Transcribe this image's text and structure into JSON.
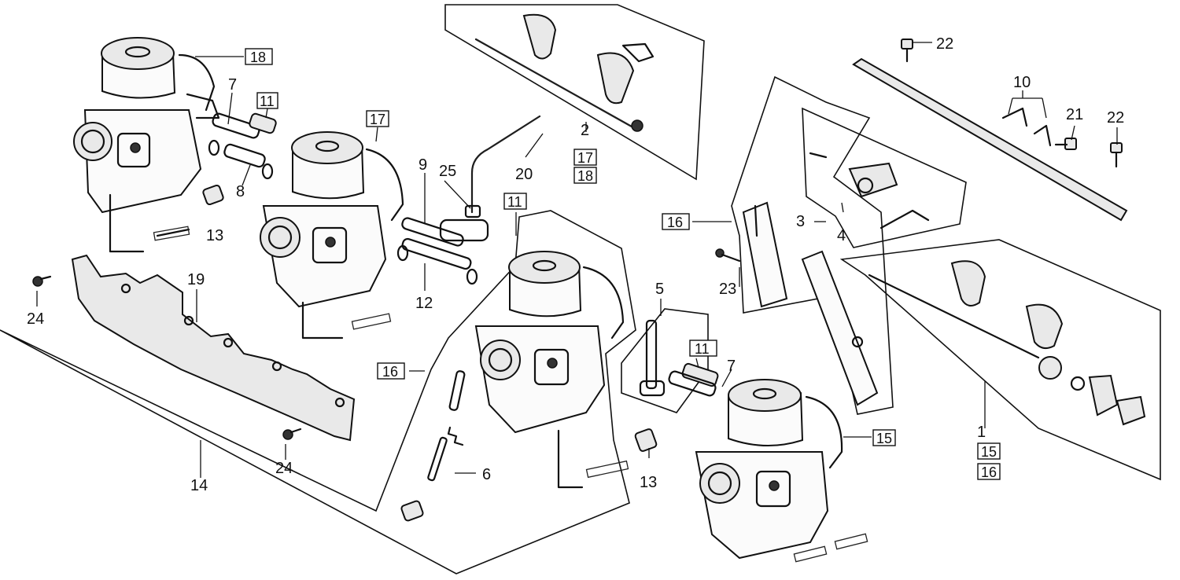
{
  "callouts": {
    "c1": "1",
    "c2": "2",
    "c3": "3",
    "c4": "4",
    "c5": "5",
    "c6": "6",
    "c7a": "7",
    "c7b": "7",
    "c8": "8",
    "c9": "9",
    "c10": "10",
    "c12": "12",
    "c13a": "13",
    "c13b": "13",
    "c14": "14",
    "c19": "19",
    "c20": "20",
    "c21": "21",
    "c22a": "22",
    "c22b": "22",
    "c23": "23",
    "c24a": "24",
    "c24b": "24",
    "c25": "25"
  },
  "boxed": {
    "b18a": "18",
    "b11a": "11",
    "b17a": "17",
    "b17b": "17",
    "b18b": "18",
    "b11b": "11",
    "b16a": "16",
    "b16b": "16",
    "b11c": "11",
    "b15a": "15",
    "b15b": "15",
    "b16c": "16"
  }
}
